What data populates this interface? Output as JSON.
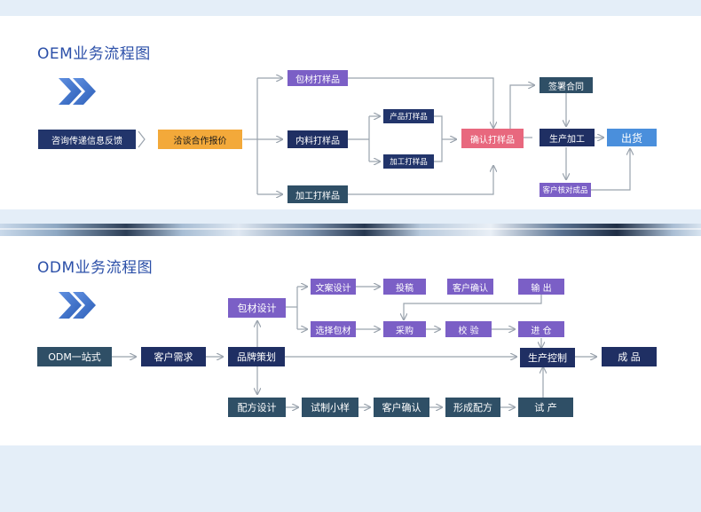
{
  "oem": {
    "title": "OEM业务流程图",
    "nodes": {
      "consult": "咨询传递信息反馈",
      "negotiate": "洽谈合作报价",
      "pack_sample": "包材打样品",
      "content_sample": "内料打样品",
      "process_sample": "加工打样品",
      "product_sample": "产品打样品",
      "process_sample2": "加工打样品",
      "confirm_sample": "确认打样品",
      "sign_contract": "签署合同",
      "production": "生产加工",
      "ship": "出货",
      "customer_check": "客户核对成品"
    }
  },
  "odm": {
    "title": "ODM业务流程图",
    "nodes": {
      "one_stop": "ODM一站式",
      "customer_need": "客户需求",
      "brand_plan": "品牌策划",
      "pack_design": "包材设计",
      "copy_design": "文案设计",
      "submit_draft": "投稿",
      "customer_confirm_top": "客户确认",
      "output": "输 出",
      "select_pack": "选择包材",
      "purchase": "采购",
      "inspect": "校 验",
      "warehouse": "进 仓",
      "production_control": "生产控制",
      "finished": "成 品",
      "formula_design": "配方设计",
      "trial_sample": "试制小样",
      "customer_confirm_bottom": "客户确认",
      "form_formula": "形成配方",
      "trial_production": "试 产"
    }
  }
}
